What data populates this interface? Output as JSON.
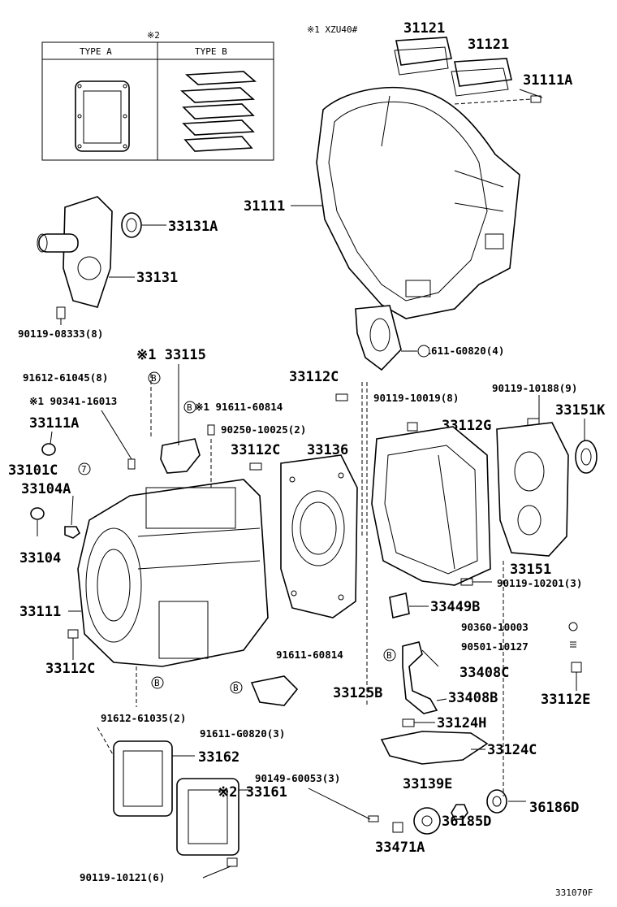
{
  "notes": {
    "note2": "※2",
    "note1": "※1 XZU40#"
  },
  "types": {
    "a": "TYPE A",
    "b": "TYPE B"
  },
  "markers": {
    "b": "B",
    "seven": "7"
  },
  "labels": {
    "l31121a": "31121",
    "l31121b": "31121",
    "l31111a_top": "31111A",
    "l31111": "31111",
    "l33131a": "33131A",
    "l33131": "33131",
    "l90119_08333": "90119-08333(8)",
    "l33115": "※1 33115",
    "l91611_g0820_4": "91611-G0820(4)",
    "l91612_61045": "91612-61045(8)",
    "l33112c_a": "33112C",
    "l90119_10188": "90119-10188(9)",
    "l90341": "※1 90341-16013",
    "l90119_10019": "90119-10019(8)",
    "l33151k": "33151K",
    "l91611_60814_a": "※1 91611-60814",
    "l33111a_left": "33111A",
    "l90250": "90250-10025(2)",
    "l33112g": "33112G",
    "l33112c_b": "33112C",
    "l33136": "33136",
    "l33101c": "33101C",
    "l33104a": "33104A",
    "l33104": "33104",
    "l33151": "33151",
    "l90119_10201": "90119-10201(3)",
    "l33111_lower": "33111",
    "l33449b": "33449B",
    "l90360": "90360-10003",
    "l90501": "90501-10127",
    "l33112c_c": "33112C",
    "l91611_60814_b": "91611-60814",
    "l33408c": "33408C",
    "l33112e": "33112E",
    "l33125b": "33125B",
    "l33408b": "33408B",
    "l91612_61035": "91612-61035(2)",
    "l33124h": "33124H",
    "l91611_g0820_3": "91611-G0820(3)",
    "l33162": "33162",
    "l33124c": "33124C",
    "l90149": "90149-60053(3)",
    "l33161": "※2 33161",
    "l33139e": "33139E",
    "l36186d": "36186D",
    "l36185d": "36185D",
    "l33471a": "33471A",
    "l90119_10121": "90119-10121(6)"
  },
  "footer": {
    "code": "331070F"
  }
}
